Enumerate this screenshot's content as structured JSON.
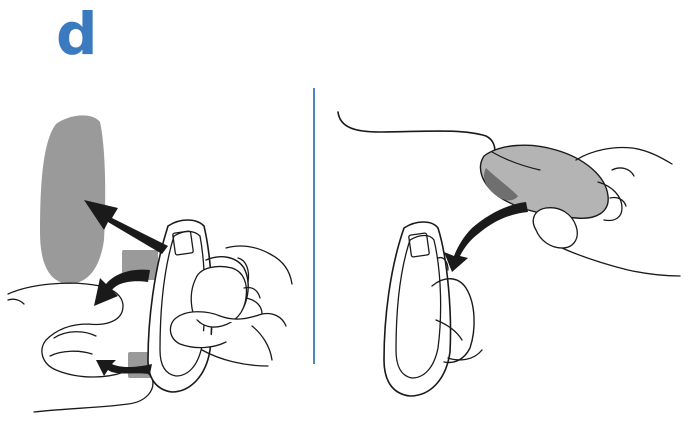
{
  "step": {
    "label": "d"
  },
  "colors": {
    "accent": "#3b7abf",
    "divider": "#4a86c5",
    "stroke": "#1a1a1a",
    "gray_fill": "#9a9a9a",
    "light_gray": "#b4b4b4",
    "background": "#ffffff"
  },
  "icons": {
    "left_panel": "remove-adhesive-pad-illustration",
    "right_panel": "attach-mouse-to-holder-illustration"
  }
}
